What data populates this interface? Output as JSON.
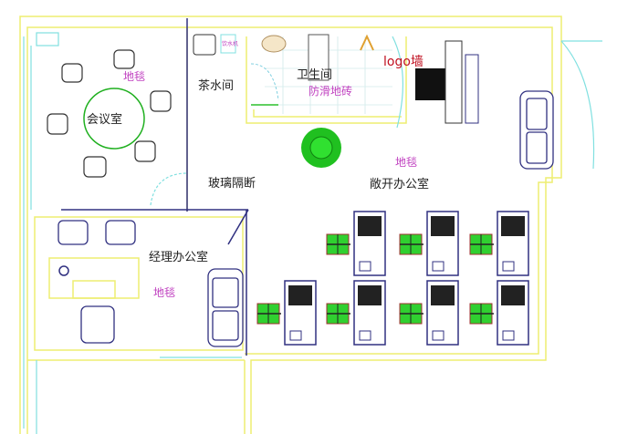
{
  "rooms": {
    "meeting_room": "会议室",
    "tea_room": "茶水间",
    "restroom": "卫生间",
    "restroom_floor": "防滑地砖",
    "water_dispenser": "饮水机",
    "logo_wall": "logo墙",
    "glass_partition": "玻璃隔断",
    "open_office": "敞开办公室",
    "manager_office": "经理办公室",
    "carpet_meeting": "地毯",
    "carpet_open": "地毯",
    "carpet_manager": "地毯"
  },
  "colors": {
    "wall": "#f0f080",
    "window": "#80e0e0",
    "furniture": "#303080",
    "plant": "#20c020",
    "carpet_text": "#c040c0",
    "logo_text": "#c01020"
  }
}
